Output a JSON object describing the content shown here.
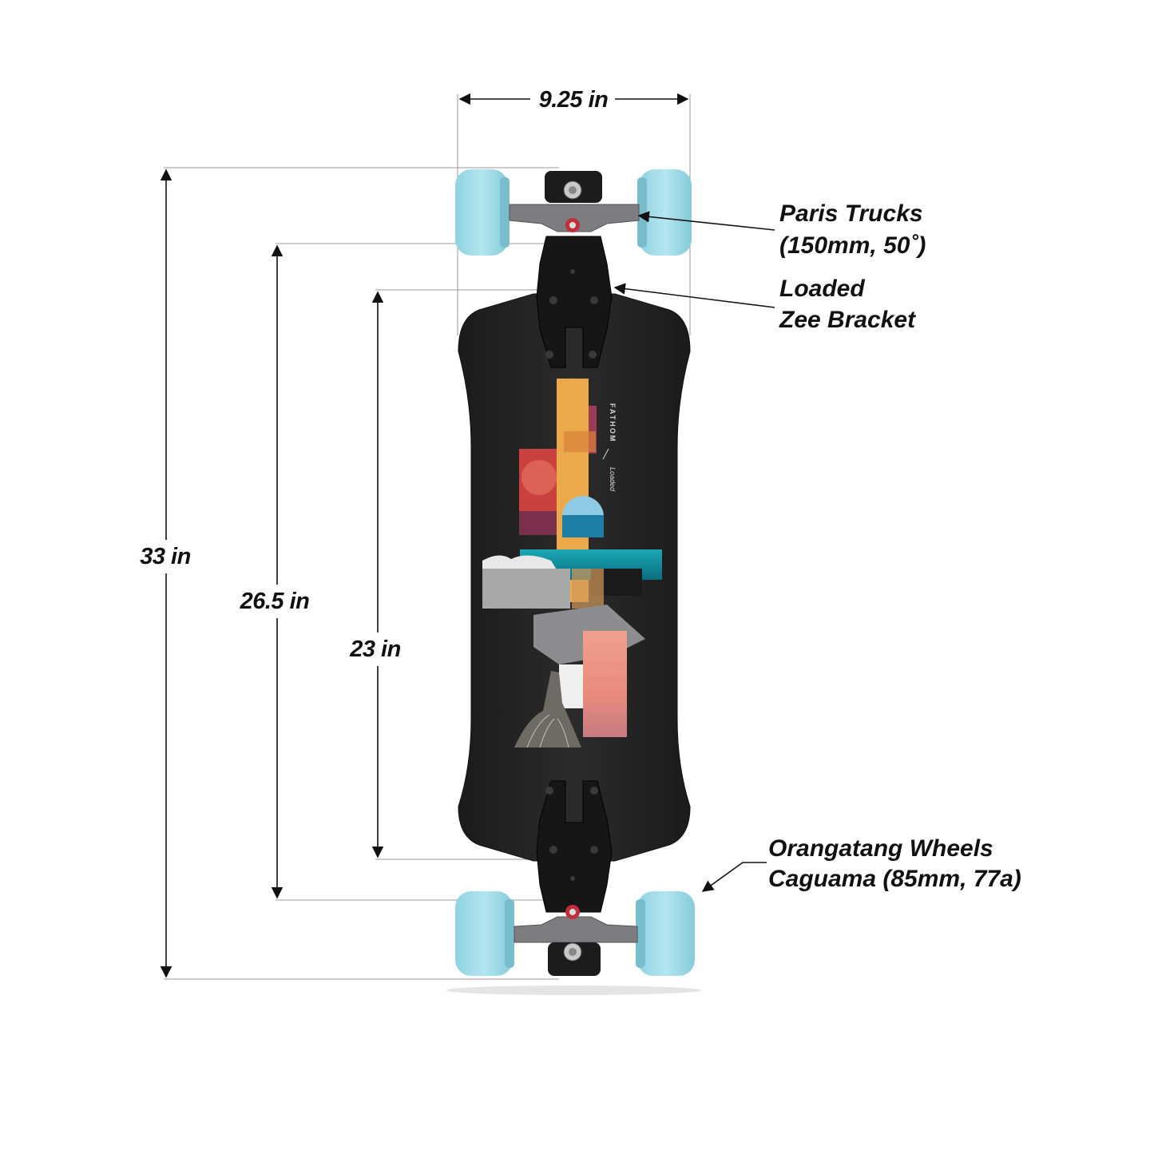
{
  "dimensions": {
    "width": "9.25 in",
    "overall_length": "33 in",
    "wheelbase": "26.5 in",
    "deck_length": "23 in"
  },
  "callouts": {
    "trucks": {
      "line1": "Paris Trucks",
      "line2": "(150mm, 50˚)"
    },
    "bracket": {
      "line1": "Loaded",
      "line2": "Zee Bracket"
    },
    "wheels": {
      "line1": "Orangatang Wheels",
      "line2": "Caguama (85mm, 77a)"
    }
  },
  "deck_graphic": {
    "brand_text": "FATHOM"
  },
  "colors": {
    "deck": "#232323",
    "wheel": "#9fdbe8",
    "hardware": "#1c1c1c",
    "truck_hanger": "#7d7d80",
    "dimension_line": "#1a1a1a"
  }
}
